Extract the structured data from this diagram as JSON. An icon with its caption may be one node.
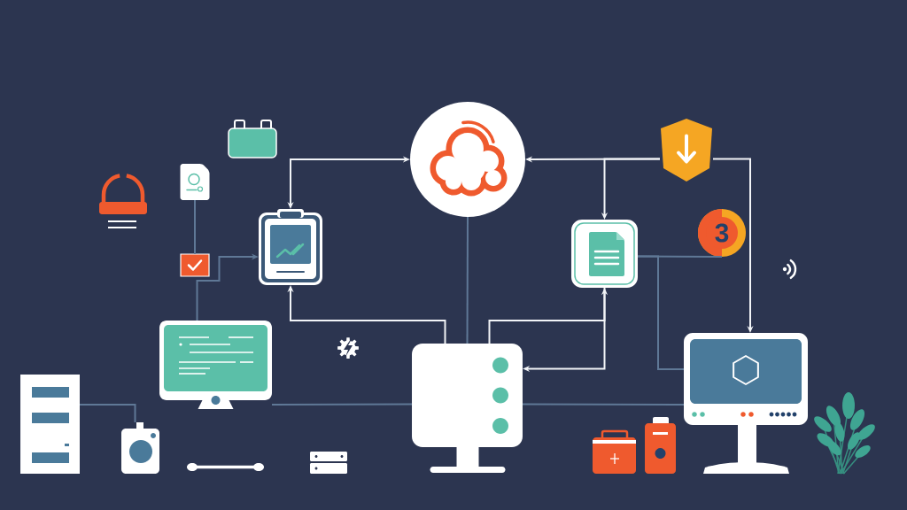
{
  "diagram": {
    "nodes": [
      {
        "text": [],
        "shape": "circle"
      },
      {
        "text": [],
        "shape": "shield"
      },
      {
        "text": [],
        "shape": "document"
      },
      {
        "text": [],
        "shape": "tablet"
      },
      {
        "text": [],
        "shape": "document"
      },
      {
        "text": [
          "3"
        ]
      },
      {
        "text": [],
        "shape": "checkbox"
      },
      {
        "text": [],
        "shape": "monitor"
      },
      {
        "text": [],
        "shape": "server"
      },
      {
        "text": [],
        "shape": "monitor"
      },
      {
        "text": [],
        "shape": "tower"
      },
      {
        "text": [],
        "shape": "camera"
      }
    ],
    "edges": [
      {
        "from": 3,
        "to": 0,
        "arrow": "both",
        "color": "#f2f4f7"
      },
      {
        "from": 1,
        "to": 0,
        "arrow": "to",
        "color": "#f2f4f7"
      },
      {
        "from": 1,
        "to": 4,
        "arrow": "to",
        "color": "#f2f4f7"
      },
      {
        "from": 1,
        "to": 9,
        "arrow": "to",
        "color": "#f2f4f7"
      },
      {
        "from": 0,
        "to": 8,
        "arrow": "none"
      },
      {
        "from": 8,
        "to": 3,
        "arrow": "to",
        "color": "#f2f4f7"
      },
      {
        "from": 8,
        "to": 4,
        "arrow": "to",
        "color": "#f2f4f7"
      },
      {
        "from": 4,
        "to": 8,
        "arrow": "to",
        "color": "#f2f4f7"
      },
      {
        "from": 2,
        "to": 6,
        "arrow": "none"
      },
      {
        "from": 7,
        "to": 3,
        "arrow": "to"
      },
      {
        "from": 10,
        "to": 11,
        "arrow": "none"
      },
      {
        "from": 7,
        "to": 8,
        "arrow": "none"
      },
      {
        "from": 8,
        "to": 9,
        "arrow": "none"
      },
      {
        "from": 4,
        "to": 9,
        "arrow": "none"
      },
      {
        "from": 4,
        "to": 5,
        "arrow": "none"
      }
    ]
  }
}
